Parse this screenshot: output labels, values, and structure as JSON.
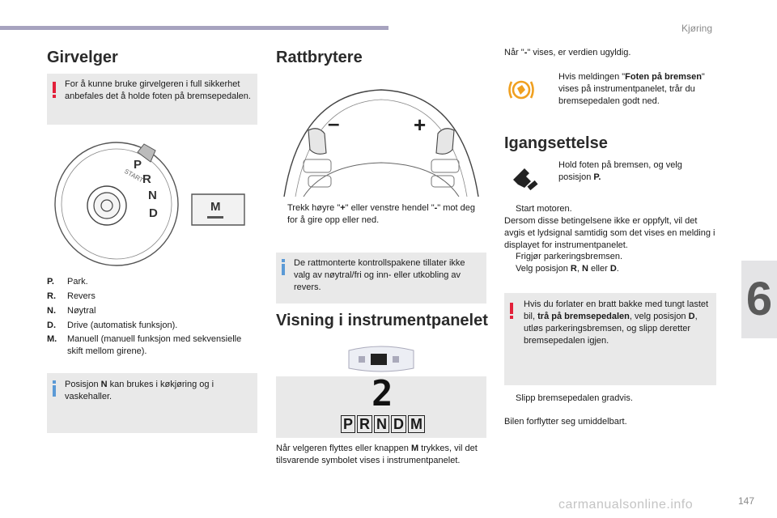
{
  "header": {
    "section": "Kjøring",
    "chapter": "6",
    "page": "147"
  },
  "watermark": "carmanualsonline.info",
  "col1": {
    "title": "Girvelger",
    "warning": "For å kunne bruke girvelgeren i full sikkerhet anbefales det å holde foten på bremsepedalen.",
    "selector_labels": [
      "P",
      "R",
      "N",
      "D"
    ],
    "selector_start": "START",
    "manual_button": "M",
    "defs": [
      {
        "key": "P.",
        "text": "Park."
      },
      {
        "key": "R.",
        "text": "Revers"
      },
      {
        "key": "N.",
        "text": "Nøytral"
      },
      {
        "key": "D.",
        "text": "Drive (automatisk funksjon)."
      },
      {
        "key": "M.",
        "text": "Manuell (manuell funksjon med sekvensielle skift mellom girene)."
      }
    ],
    "info_pre": "Posisjon ",
    "info_key": "N",
    "info_post": " kan brukes i køkjøring og i vaskehaller."
  },
  "col2": {
    "title": "Rattbrytere",
    "minus": "–",
    "plus": "+",
    "bullet_pre": "Trekk høyre \"",
    "bullet_plus": "+",
    "bullet_mid": "\" eller venstre hendel \"",
    "bullet_minus": "-",
    "bullet_post": "\" mot deg for å gire opp eller ned.",
    "info": "De rattmonterte kontrollspakene tillater ikke valg av nøytral/fri og inn- eller utkobling av revers.",
    "title2": "Visning i instrumentpanelet",
    "display_gear": "2",
    "display_modes": [
      "P",
      "R",
      "N",
      "D",
      "M"
    ],
    "desc_pre": "Når velgeren flyttes eller knappen ",
    "desc_key": "M",
    "desc_post": " trykkes, vil det tilsvarende symbolet vises i instrumentpanelet."
  },
  "col3": {
    "invalid_pre": "Når \"",
    "invalid_key": "-",
    "invalid_post": "\" vises, er verdien ugyldig.",
    "foot_pre": "Hvis meldingen \"",
    "foot_key": "Foten på bremsen",
    "foot_post": "\" vises på instrumentpanelet, trår du bremsepedalen godt ned.",
    "title": "Igangsettelse",
    "step1_pre": "Hold foten på bremsen, og velg posisjon ",
    "step1_key": "P.",
    "step2": "Start motoren.",
    "para": "Dersom disse betingelsene ikke er oppfylt, vil det avgis et lydsignal samtidig som det vises en melding i displayet for instrumentpanelet.",
    "step3": "Frigjør parkeringsbremsen.",
    "step4_pre": "Velg posisjon ",
    "step4_r": "R",
    "step4_sep": ", ",
    "step4_n": "N",
    "step4_or": " eller ",
    "step4_d": "D",
    "step4_end": ".",
    "warn_pre": "Hvis du forlater en bratt bakke med tungt lastet bil, ",
    "warn_key1": "trå på bremsepedalen",
    "warn_mid": ", velg posisjon ",
    "warn_key2": "D",
    "warn_post": ", utløs parkeringsbremsen, og slipp deretter bremsepedalen igjen.",
    "step5": "Slipp bremsepedalen gradvis.",
    "final": "Bilen forflytter seg umiddelbart."
  },
  "bullet_glyph": "",
  "colors": {
    "warning": "#e2203a",
    "info": "#5b9ad6",
    "brake_icon": "#f0a020",
    "bar": "#a7a3bf"
  }
}
